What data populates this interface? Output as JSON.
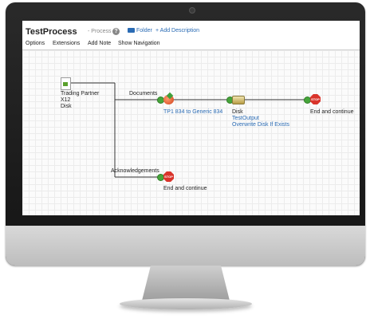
{
  "header": {
    "title": "TestProcess",
    "subtitle": "- Process",
    "folder_link": "Folder",
    "description_link": "+ Add Description"
  },
  "menu": [
    "Options",
    "Extensions",
    "Add Note",
    "Show Navigation"
  ],
  "flow": {
    "start": {
      "lines": [
        "Trading Partner",
        "X12",
        "Disk"
      ]
    },
    "branches": {
      "documents": "Documents",
      "acknowledgements": "Acknowledgements"
    },
    "map_step": {
      "label": "TP1 834 to Generic 834"
    },
    "disk_step": {
      "lines": [
        "Disk",
        "TestOutput",
        "Overwrite Disk If Exists"
      ]
    },
    "stop_top": {
      "label": "End and continue",
      "icon_text": "STOP"
    },
    "stop_bottom": {
      "label": "End and continue",
      "icon_text": "STOP"
    }
  },
  "colors": {
    "link": "#2a6bb4",
    "stop": "#d9342b",
    "connector": "#46a53a"
  }
}
